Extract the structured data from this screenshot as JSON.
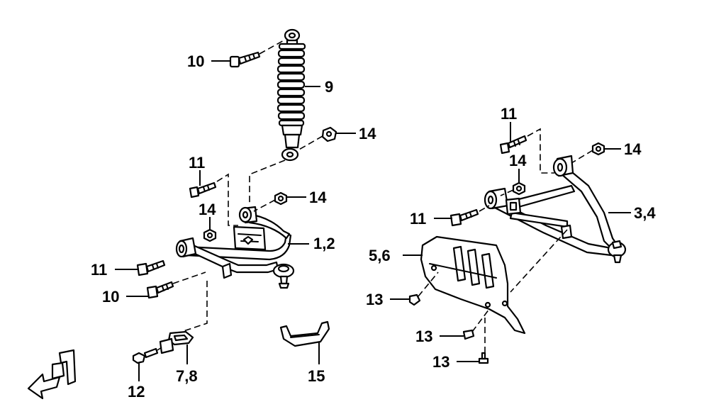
{
  "colors": {
    "line": "#000000",
    "background": "#ffffff"
  },
  "labels": {
    "p9": "9",
    "p10_top": "10",
    "p14_shock": "14",
    "p11_left": "11",
    "p14_left_a": "14",
    "p14_left_b": "14",
    "p1_2": "1,2",
    "p11_left_low": "11",
    "p10_low": "10",
    "p11_right": "11",
    "p14_right_a": "14",
    "p14_right_b": "14",
    "p11_right_low": "11",
    "p3_4": "3,4",
    "p5_6": "5,6",
    "p13_a": "13",
    "p13_b": "13",
    "p13_c": "13",
    "p12": "12",
    "p7_8": "7,8",
    "p15": "15"
  },
  "icons": {
    "direction": "front-direction-arrow-icon"
  }
}
